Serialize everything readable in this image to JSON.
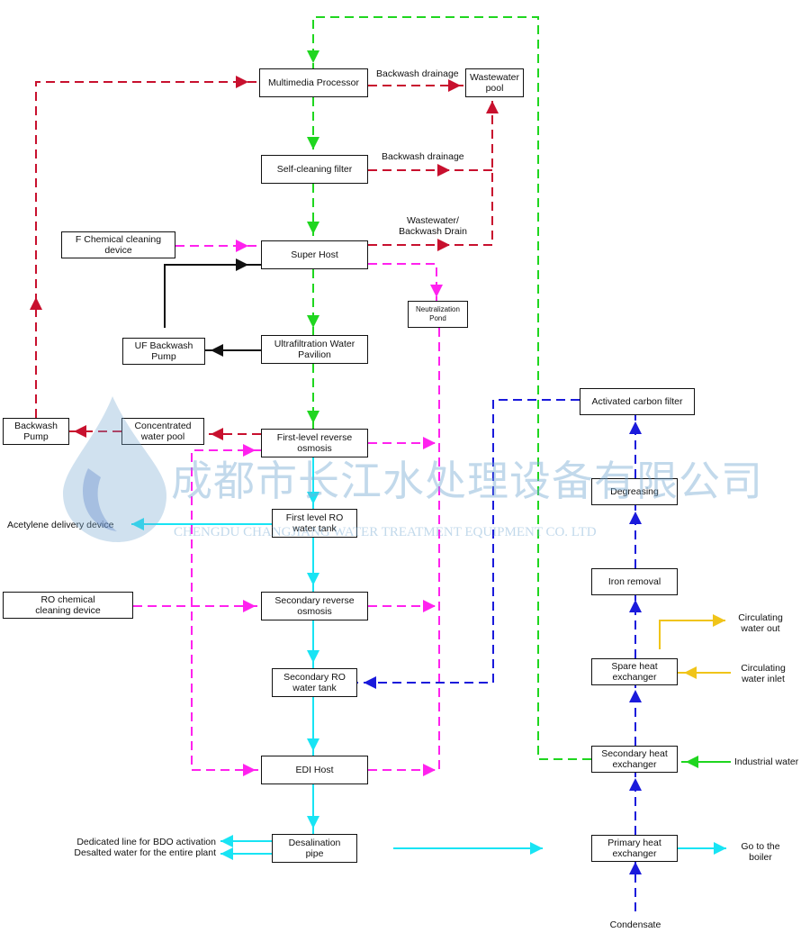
{
  "colors": {
    "red": "#c8102e",
    "green": "#1fd61f",
    "magenta": "#ff22ee",
    "cyan": "#18e4f4",
    "blue": "#1a1adb",
    "black": "#111111",
    "yellow": "#f0c419",
    "watermark": "#78aad2"
  },
  "nodes": {
    "multimedia": "Multimedia Processor",
    "wastewater_pool": "Wastewater\npool",
    "self_cleaning": "Self-cleaning filter",
    "f_chemical": "F Chemical cleaning\ndevice",
    "super_host": "Super Host",
    "neutralization": "Neutralization\nPond",
    "uf_backwash": "UF Backwash\nPump",
    "uf_pavilion": "Ultrafiltration Water\nPavilion",
    "backwash_pump": "Backwash\nPump",
    "concentrated": "Concentrated\nwater pool",
    "first_ro": "First-level reverse\nosmosis",
    "first_ro_tank": "First level RO\nwater tank",
    "ro_chemical": "RO chemical\ncleaning device",
    "secondary_ro": "Secondary reverse\nosmosis",
    "secondary_ro_tank": "Secondary RO\nwater tank",
    "edi": "EDI Host",
    "desalination": "Desalination\npipe",
    "activated_carbon": "Activated carbon filter",
    "degreasing": "Degreasing",
    "iron_removal": "Iron removal",
    "spare_hx": "Spare heat\nexchanger",
    "secondary_hx": "Secondary heat\nexchanger",
    "primary_hx": "Primary heat\nexchanger"
  },
  "labels": {
    "backwash_drainage_1": "Backwash drainage",
    "backwash_drainage_2": "Backwash drainage",
    "wastewater_backwash_drain": "Wastewater/\nBackwash Drain",
    "acetylene": "Acetylene delivery device",
    "bdo_line": "Dedicated line for BDO activation\nDesalted water for the entire plant",
    "circulating_out": "Circulating\nwater out",
    "circulating_in": "Circulating\nwater inlet",
    "industrial_water": "Industrial water",
    "go_to_boiler": "Go to the\nboiler",
    "condensate": "Condensate"
  },
  "watermark": {
    "chinese": "成都市长江水处理设备有限公司",
    "english": "CHENGDU CHANGJIANG WATER TREATMENT EQUIPMENT CO. LTD"
  }
}
